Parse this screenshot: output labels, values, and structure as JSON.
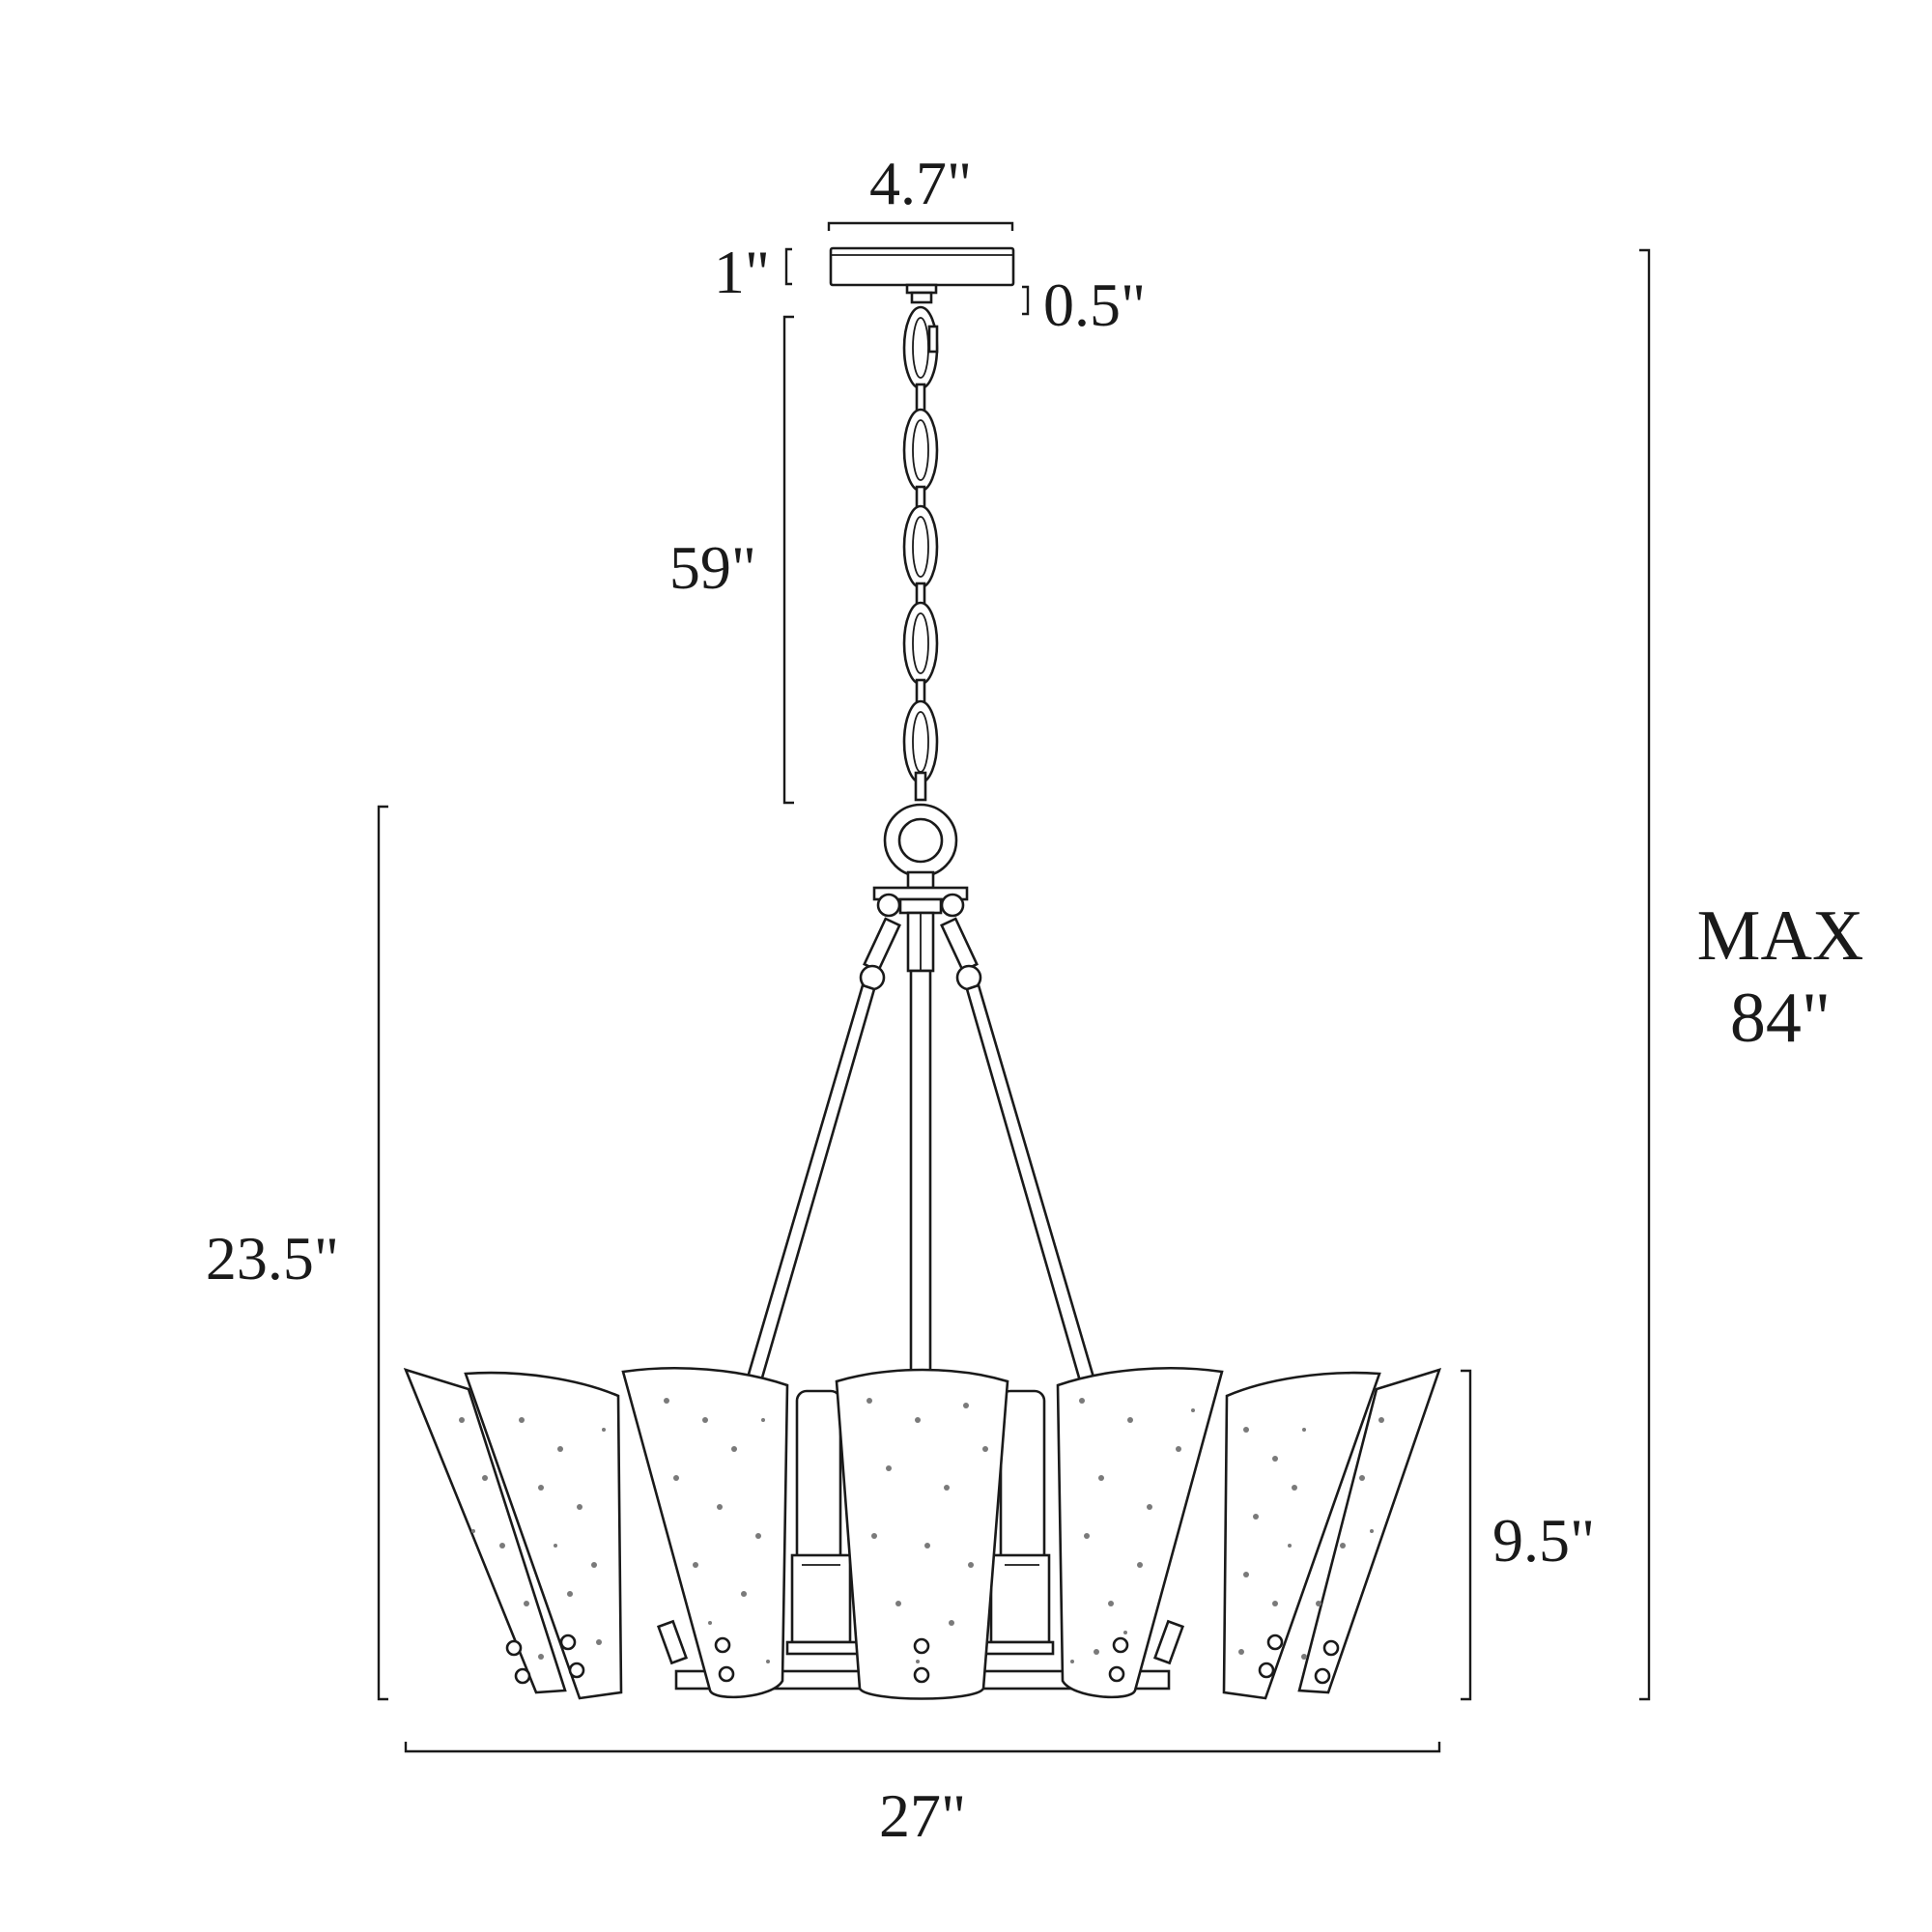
{
  "dimensions": {
    "canopy_width": "4.7\"",
    "canopy_height": "1\"",
    "canopy_offset": "0.5\"",
    "chain_length": "59\"",
    "fixture_height": "23.5\"",
    "max_label": "MAX",
    "max_value": "84\"",
    "shade_height": "9.5\"",
    "fixture_width": "27\""
  },
  "colors": {
    "line": "#1a1a1a",
    "background": "#ffffff",
    "speckle": "#7a7a7a"
  }
}
